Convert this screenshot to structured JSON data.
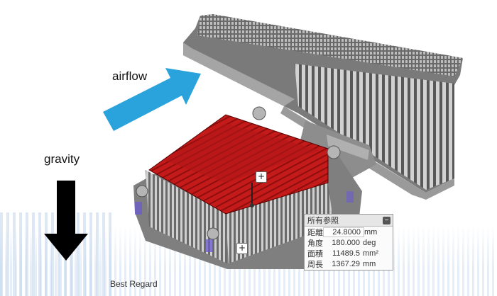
{
  "labels": {
    "airflow": "airflow",
    "gravity": "gravity"
  },
  "arrows": {
    "airflow_color": "#2aa3dc",
    "gravity_color": "#000000"
  },
  "model": {
    "fin_color": "#c41a1a",
    "body_color": "#8c8c8c",
    "radiator_color": "#6f6f6f"
  },
  "measure_panel": {
    "title": "所有参照",
    "collapse_symbol": "−",
    "rows": [
      {
        "label": "距離",
        "value": "24.8000",
        "unit": "mm"
      },
      {
        "label": "角度",
        "value": "180.000",
        "unit": "deg"
      },
      {
        "label": "面積",
        "value": "11489.5",
        "unit": "mm²"
      },
      {
        "label": "周長",
        "value": "1367.29",
        "unit": "mm"
      }
    ],
    "highlight_color": "#d42020"
  },
  "handles": {
    "top": "+",
    "bottom": "+"
  },
  "footer": {
    "text": "Best Regard"
  }
}
